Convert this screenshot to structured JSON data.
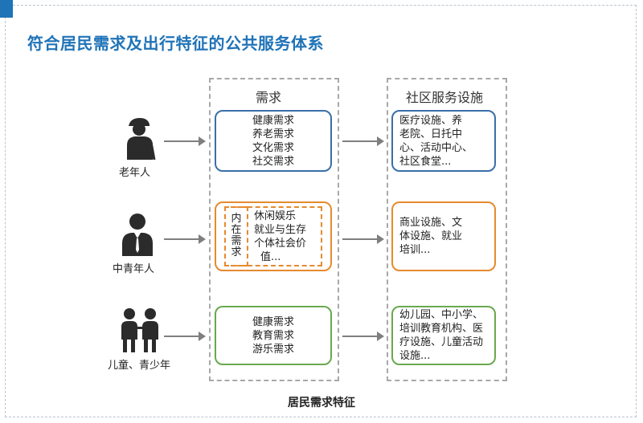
{
  "title": "符合居民需求及出行特征的公共服务体系",
  "columns": {
    "needs_header": "需求",
    "facilities_header": "社区服务设施"
  },
  "rows": [
    {
      "person": "老年人",
      "needs": [
        "健康需求",
        "养老需求",
        "文化需求",
        "社交需求"
      ],
      "facilities": [
        "医疗设施、养",
        "老院、日托中",
        "心、活动中心、",
        "社区食堂..."
      ],
      "color": "#3a6fa8"
    },
    {
      "person": "中青年人",
      "inner_label": [
        "内",
        "在",
        "需",
        "求"
      ],
      "needs": [
        "休闲娱乐",
        "就业与生存",
        "个体社会价",
        "值..."
      ],
      "facilities": [
        "商业设施、文",
        "体设施、就业",
        "培训..."
      ],
      "color": "#e68a2e"
    },
    {
      "person": "儿童、青少年",
      "needs": [
        "健康需求",
        "教育需求",
        "游乐需求"
      ],
      "facilities": [
        "幼儿园、中小学、",
        "培训教育机构、医",
        "疗设施、儿童活动",
        "设施..."
      ],
      "color": "#6aa84f"
    }
  ],
  "footer": "居民需求特征"
}
